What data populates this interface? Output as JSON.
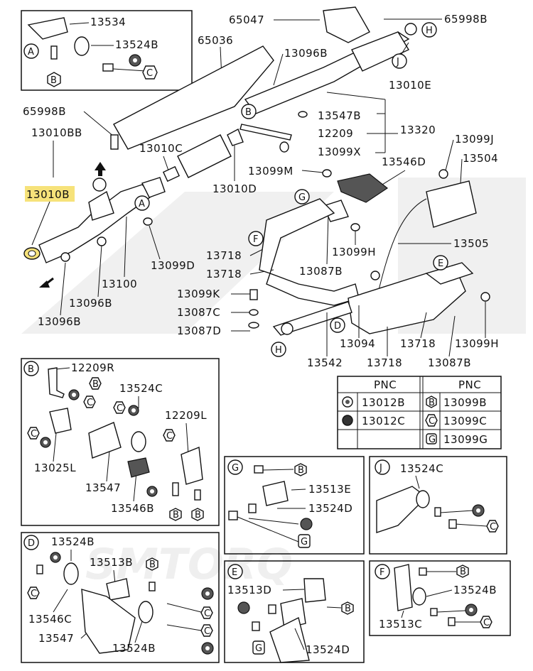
{
  "labels": {
    "p13534": "13534",
    "p13524B_a": "13524B",
    "p65047": "65047",
    "p65998B_top": "65998B",
    "p65036": "65036",
    "p13096B_top": "13096B",
    "p13010E": "13010E",
    "p65998B_left": "65998B",
    "p13010BB": "13010BB",
    "p13010C": "13010C",
    "p13547B": "13547B",
    "p13320": "13320",
    "p12209": "12209",
    "p13099X": "13099X",
    "p13099J": "13099J",
    "p13504": "13504",
    "p13546D": "13546D",
    "p13099M": "13099M",
    "p13010D": "13010D",
    "p13010B": "13010B",
    "p13099D": "13099D",
    "p13100": "13100",
    "p13096B_mid": "13096B",
    "p13096B_bot": "13096B",
    "p13505": "13505",
    "p13099H_mid": "13099H",
    "p13718_a": "13718",
    "p13718_b": "13718",
    "p13087B_mid": "13087B",
    "p13099K": "13099K",
    "p13087C": "13087C",
    "p13087D": "13087D",
    "p13094": "13094",
    "p13542": "13542",
    "p13718_c": "13718",
    "p13718_d": "13718",
    "p13099H_r": "13099H",
    "p13087B_r": "13087B",
    "pB_12209R": "12209R",
    "pB_13524C": "13524C",
    "pB_12209L": "12209L",
    "pB_13025L": "13025L",
    "pB_13547": "13547",
    "pB_13546B": "13546B",
    "pG_13513E": "13513E",
    "pG_13524D": "13524D",
    "pJ_13524C": "13524C",
    "pD_13524B": "13524B",
    "pD_13513B": "13513B",
    "pD_13546C": "13546C",
    "pD_13547": "13547",
    "pD_13524B2": "13524B",
    "pE_13513D": "13513D",
    "pE_13524D": "13524D",
    "pF_13524B": "13524B",
    "pF_13513C": "13513C"
  },
  "letters": {
    "A": "A",
    "B": "B",
    "C": "C",
    "D": "D",
    "E": "E",
    "F": "F",
    "G": "G",
    "H": "H",
    "J": "J"
  },
  "pnc_table": {
    "header_left": "PNC",
    "header_right": "PNC",
    "rows": [
      {
        "left": "13012B",
        "right_sym": "B",
        "right": "13099B"
      },
      {
        "left": "13012C",
        "right_sym": "C",
        "right": "13099C"
      },
      {
        "left": "",
        "right_sym": "G",
        "right": "13099G"
      }
    ]
  },
  "highlight_color": "#f6e27a",
  "watermark": "SMTORQ"
}
